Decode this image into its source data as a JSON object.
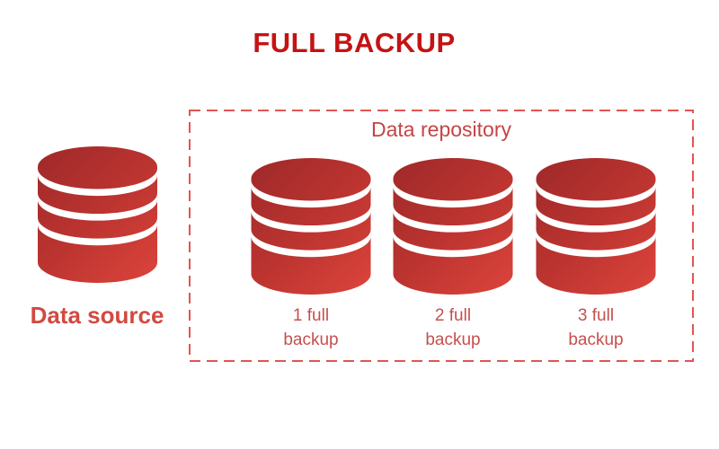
{
  "title": "FULL BACKUP",
  "data_source": {
    "label": "Data source"
  },
  "repository": {
    "label": "Data repository",
    "items": [
      {
        "label": "1 full backup"
      },
      {
        "label": "2 full backup"
      },
      {
        "label": "3 full backup"
      }
    ]
  },
  "icons": {
    "database": "database-icon"
  },
  "colors": {
    "title_text": "#c41313",
    "repository_label_text": "#c54444",
    "item_label_text": "#c4504e",
    "source_label_text": "#d14a42",
    "dashed_border": "#e15553",
    "cylinder_gradient_dark": "#9e2929",
    "cylinder_gradient_light": "#d8423a",
    "background": "#ffffff"
  }
}
